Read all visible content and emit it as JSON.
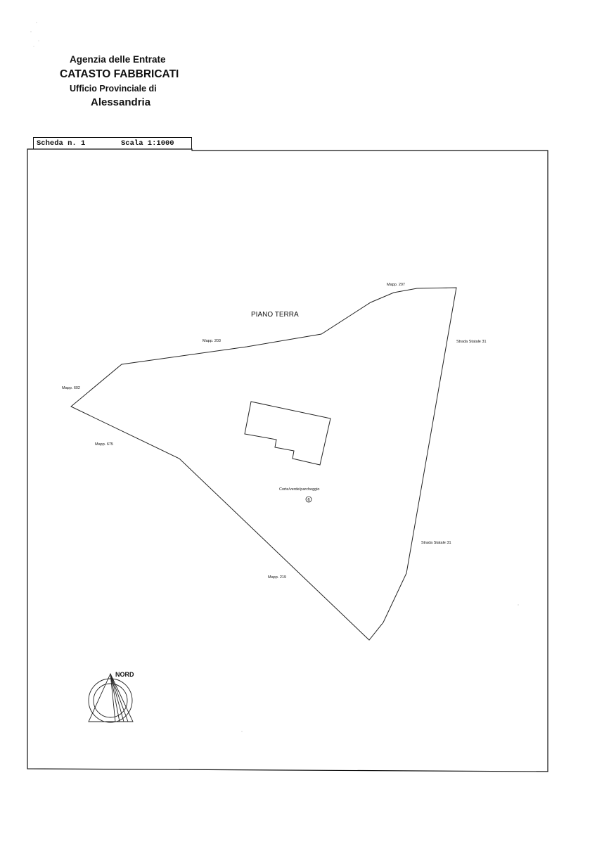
{
  "header": {
    "agency": "Agenzia delle Entrate",
    "department": "CATASTO FABBRICATI",
    "office": "Ufficio Provinciale di",
    "city": "Alessandria"
  },
  "sheet": {
    "scheda": "Scheda n. 1",
    "scala": "Scala 1:1000"
  },
  "plan": {
    "floor_label": "PIANO TERRA",
    "court_label": "Corte/verde/parcheggio",
    "subalterno": "6",
    "boundary_labels": {
      "north": "Mapp. 207",
      "northwest": "Mapp. 203",
      "west": "Mapp. 602",
      "southwest": "Mapp. 675",
      "south": "Mapp. 219",
      "east_upper": "Strada Statale 31",
      "east_lower": "Strada Statale 31"
    }
  },
  "north_arrow": {
    "label": "NORD"
  }
}
